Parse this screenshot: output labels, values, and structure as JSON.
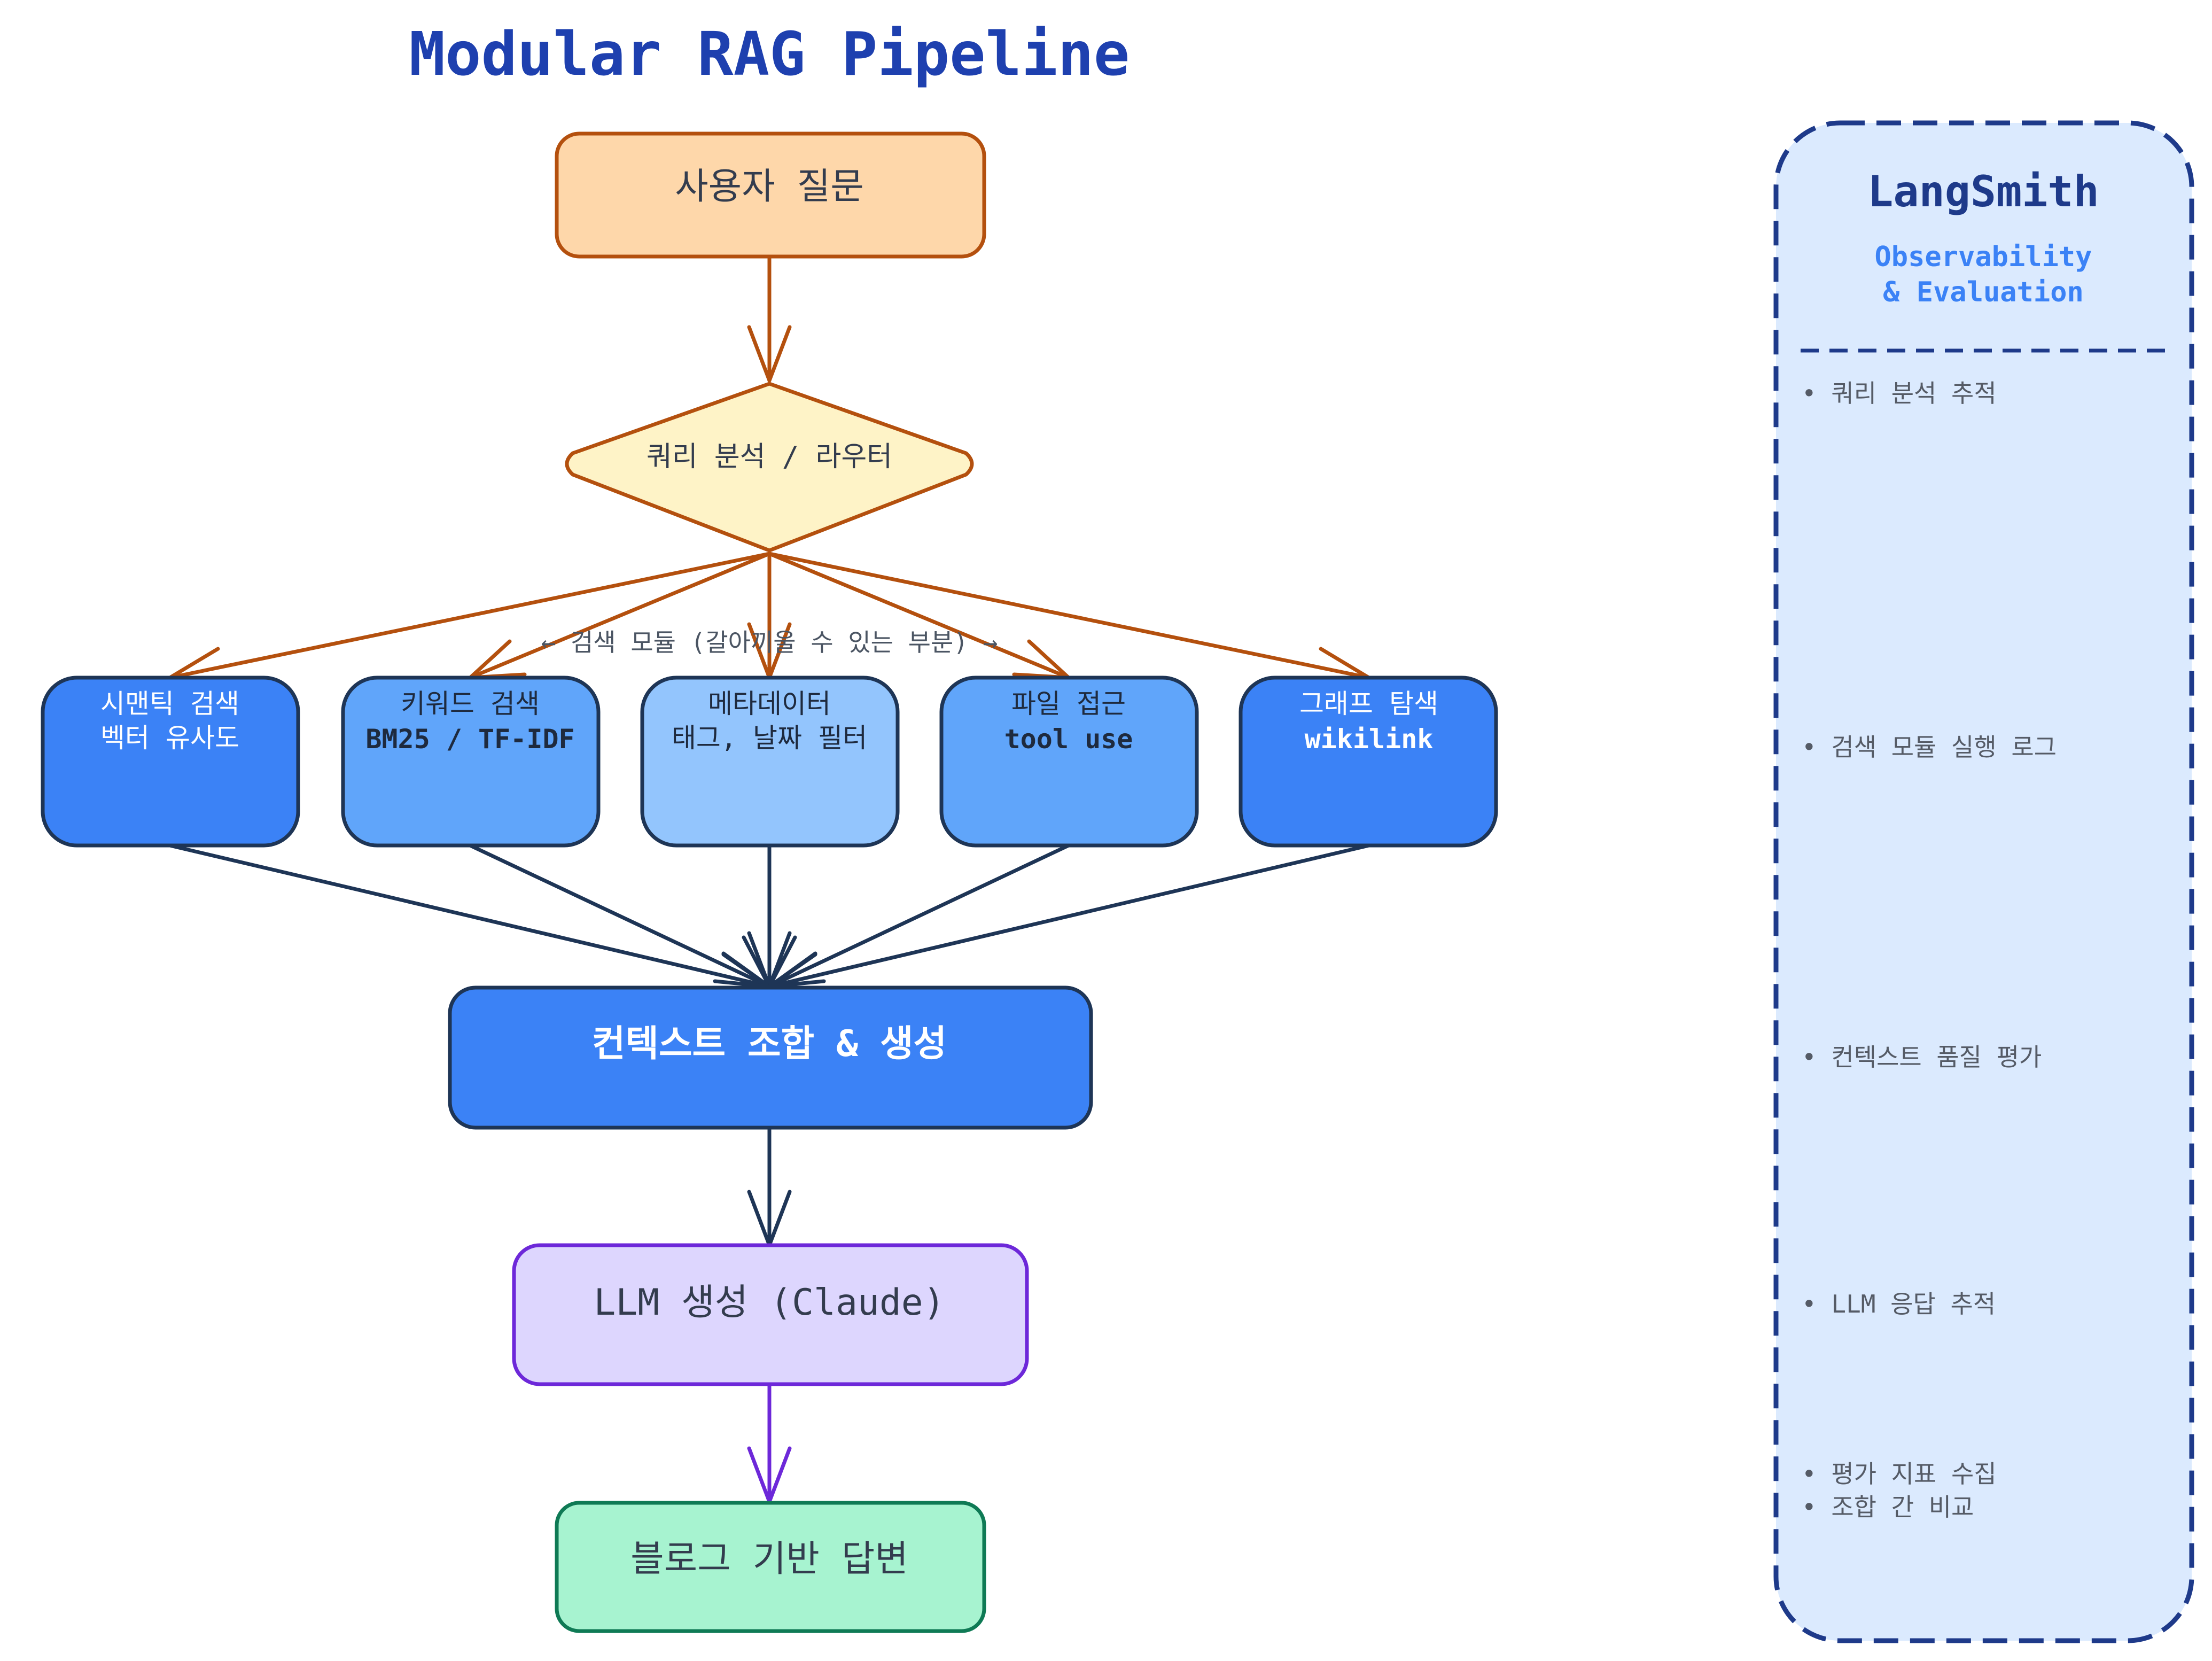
{
  "title": "Modular RAG Pipeline",
  "nodes": {
    "user_question": "사용자 질문",
    "router": "쿼리 분석 / 라우터",
    "module_label": "← 검색 모듈 (갈아끼울 수 있는 부분) →",
    "modules": [
      {
        "line1": "시맨틱 검색",
        "line2": "벡터 유사도"
      },
      {
        "line1": "키워드 검색",
        "line2": "BM25 / TF-IDF"
      },
      {
        "line1": "메타데이터",
        "line2": "태그, 날짜 필터"
      },
      {
        "line1": "파일 접근",
        "line2": "tool use"
      },
      {
        "line1": "그래프 탐색",
        "line2": "wikilink"
      }
    ],
    "context": "컨텍스트 조합 & 생성",
    "llm": "LLM 생성 (Claude)",
    "answer": "블로그 기반 답변"
  },
  "sidebar": {
    "title": "LangSmith",
    "subtitle_line1": "Observability",
    "subtitle_line2": "& Evaluation",
    "items": [
      "• 쿼리 분석 추적",
      "• 검색 모듈 실행 로그",
      "• 컨텍스트 품질 평가",
      "• LLM 응답 추적",
      "• 평가 지표 수집",
      "• 조합 간 비교"
    ]
  },
  "colors": {
    "title": "#1e40af",
    "orange_stroke": "#b4500e",
    "navy_stroke": "#1e3556",
    "purple_stroke": "#6d28d9",
    "green_stroke": "#0f7a55",
    "module_dark": "#3b82f6",
    "module_mid": "#60a5fa",
    "module_light": "#93c5fd"
  }
}
